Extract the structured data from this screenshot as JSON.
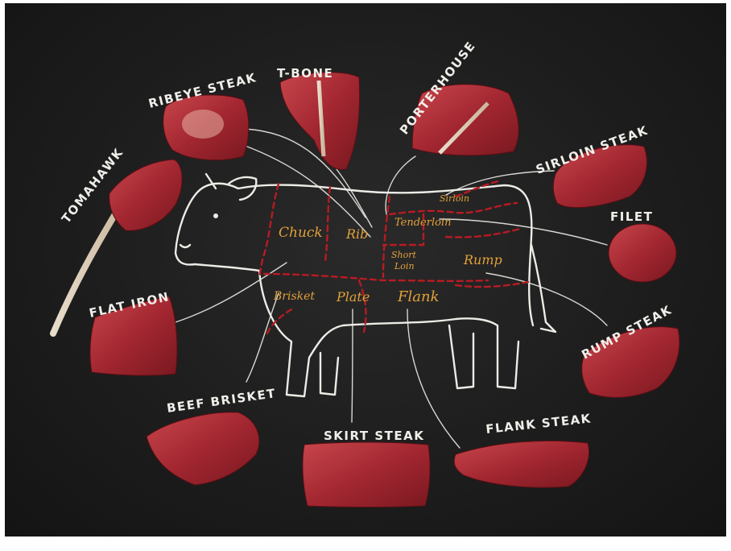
{
  "diagram": {
    "cut_labels": {
      "tomahawk": "TOMAHAWK",
      "ribeye_steak": "RIBEYE STEAK",
      "t_bone": "T-BONE",
      "porterhouse": "PORTERHOUSE",
      "sirloin_steak": "SIRLOIN STEAK",
      "filet": "FILET",
      "flat_iron": "FLAT IRON",
      "rump_steak": "RUMP STEAK",
      "beef_brisket": "BEEF BRISKET",
      "skirt_steak": "SKIRT STEAK",
      "flank_steak": "FLANK STEAK"
    },
    "primal_regions": {
      "chuck": "Chuck",
      "rib": "Rib",
      "sirloin": "Sirloin",
      "tenderloin": "Tenderloin",
      "short_loin_1": "Short",
      "short_loin_2": "Loin",
      "rump": "Rump",
      "brisket": "Brisket",
      "plate": "Plate",
      "flank": "Flank"
    }
  },
  "colors": {
    "board": "#1d1d1d",
    "chalk": "#ecebe6",
    "cut_lines": "#b81b22",
    "region_text": "#e3a13a",
    "meat": "#b3323b"
  },
  "icons": {
    "cow": "cow-outline-icon",
    "meat_cuts": "meat-cut-photo-icon"
  }
}
